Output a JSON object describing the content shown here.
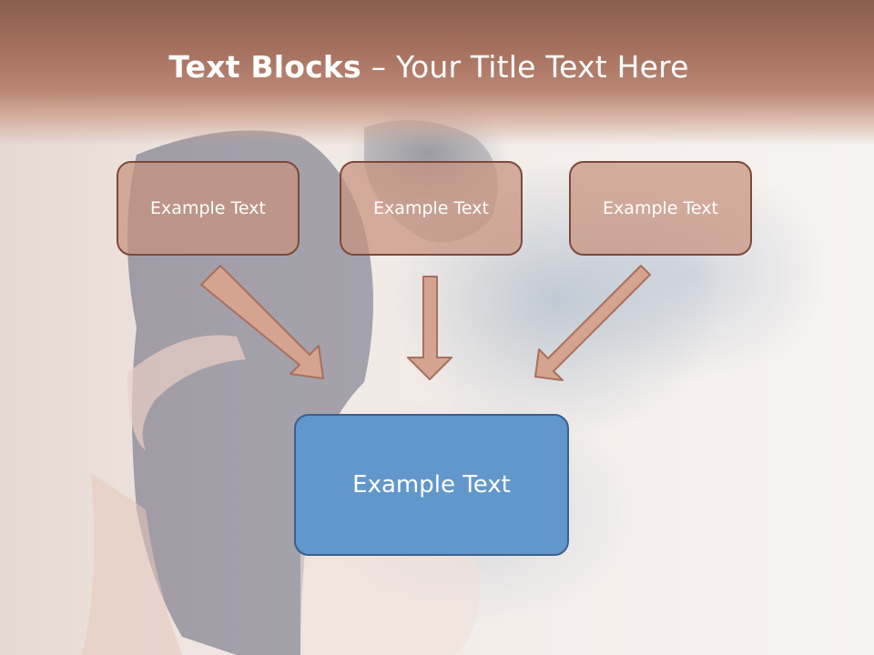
{
  "title": {
    "bold": "Text Blocks",
    "rest": " – Your Title Text Here"
  },
  "blocks": [
    {
      "label": "Example Text"
    },
    {
      "label": "Example Text"
    },
    {
      "label": "Example Text"
    }
  ],
  "target": {
    "label": "Example Text"
  },
  "colors": {
    "header": "#a26e5c",
    "box_fill": "#c8917d",
    "box_border": "#7b4a3c",
    "target_fill": "#6297cb",
    "target_border": "#3a5f8c",
    "arrow_fill": "#d4a491"
  }
}
